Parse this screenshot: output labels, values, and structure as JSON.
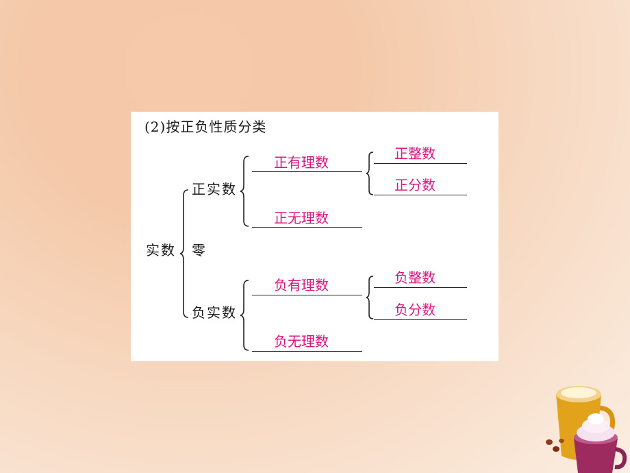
{
  "diagram": {
    "heading": "(2)按正负性质分类",
    "root": "实数",
    "positive": {
      "label": "正实数",
      "rational": "正有理数",
      "integer": "正整数",
      "fraction": "正分数",
      "irrational": "正无理数"
    },
    "zero": "零",
    "negative": {
      "label": "负实数",
      "rational": "负有理数",
      "integer": "负整数",
      "fraction": "负分数",
      "irrational": "负无理数"
    }
  },
  "colors": {
    "answer_text": "#d8177f",
    "print_text": "#1a1a1a",
    "background": "#f4c8a8"
  },
  "decoration": {
    "icon": "coffee-cup-icon"
  }
}
